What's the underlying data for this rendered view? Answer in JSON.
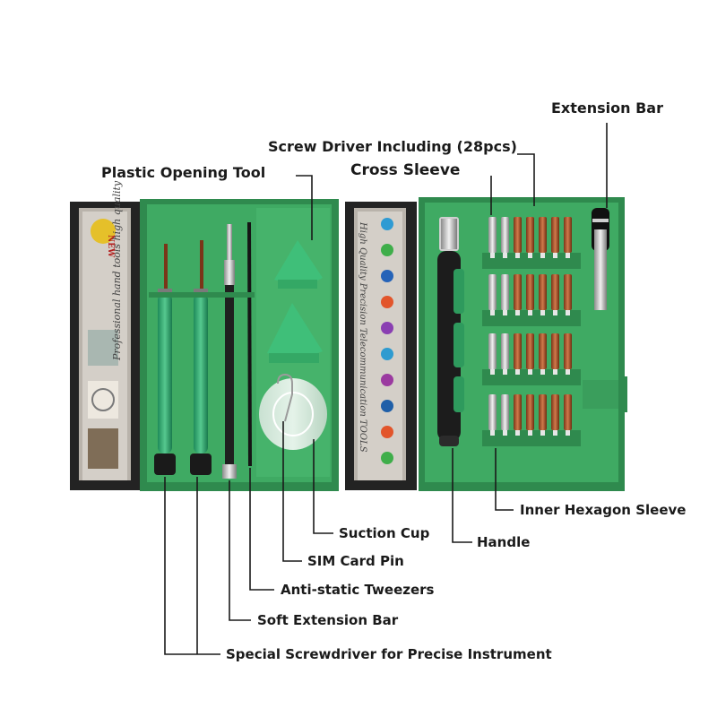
{
  "labels": {
    "extension_bar": "Extension Bar",
    "screw_driver": "Screw Driver Including (28pcs)",
    "plastic_opening_tool": "Plastic Opening Tool",
    "cross_sleeve": "Cross Sleeve",
    "inner_hexagon_sleeve": "Inner Hexagon Sleeve",
    "suction_cup": "Suction Cup",
    "handle": "Handle",
    "sim_card_pin": "SIM Card Pin",
    "anti_static_tweezers": "Anti-static Tweezers",
    "soft_extension_bar": "Soft Extension Bar",
    "special_screwdriver": "Special Screwdriver for Precise Instrument"
  },
  "box_print": {
    "left_panel": "Professional hand tools high quality",
    "new_badge": "NEW",
    "right_panel": "High Quality Precision Telecommunication TOOLS"
  },
  "colors": {
    "box_green": "#3faa63",
    "box_dark_green": "#2f8a4e",
    "box_black": "#222222",
    "leader_line": "#1a1a1a",
    "bit_copper": "#b5562e",
    "bit_silver": "#c9c9c9"
  }
}
